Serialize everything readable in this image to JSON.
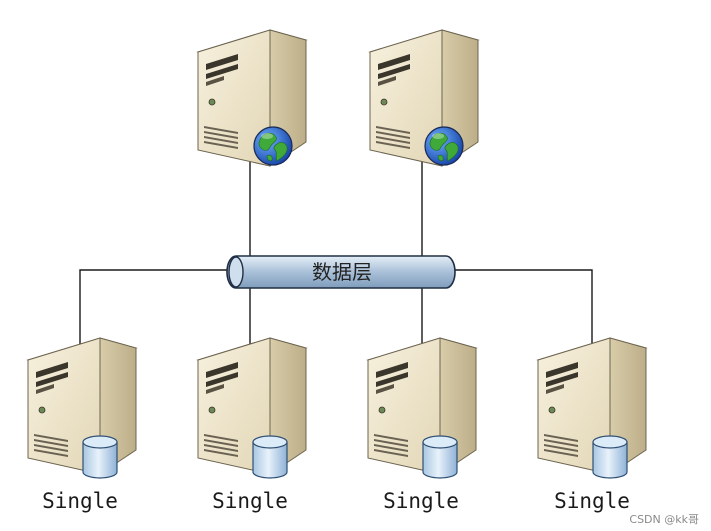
{
  "bus": {
    "label": "数据层"
  },
  "web_servers": [
    {
      "icon": "globe-icon"
    },
    {
      "icon": "globe-icon"
    }
  ],
  "single_servers": [
    {
      "label": "Single",
      "icon": "database-icon"
    },
    {
      "label": "Single",
      "icon": "database-icon"
    },
    {
      "label": "Single",
      "icon": "database-icon"
    },
    {
      "label": "Single",
      "icon": "database-icon"
    }
  ],
  "watermark": "CSDN @kk哥",
  "colors": {
    "server_body": "#efe6cf",
    "server_side": "#cfc3a2",
    "bus_fill": "#b7cce0",
    "database_fill": "#cfe2f3",
    "globe_ocean": "#2b6fd6",
    "globe_land": "#3faa3a"
  }
}
